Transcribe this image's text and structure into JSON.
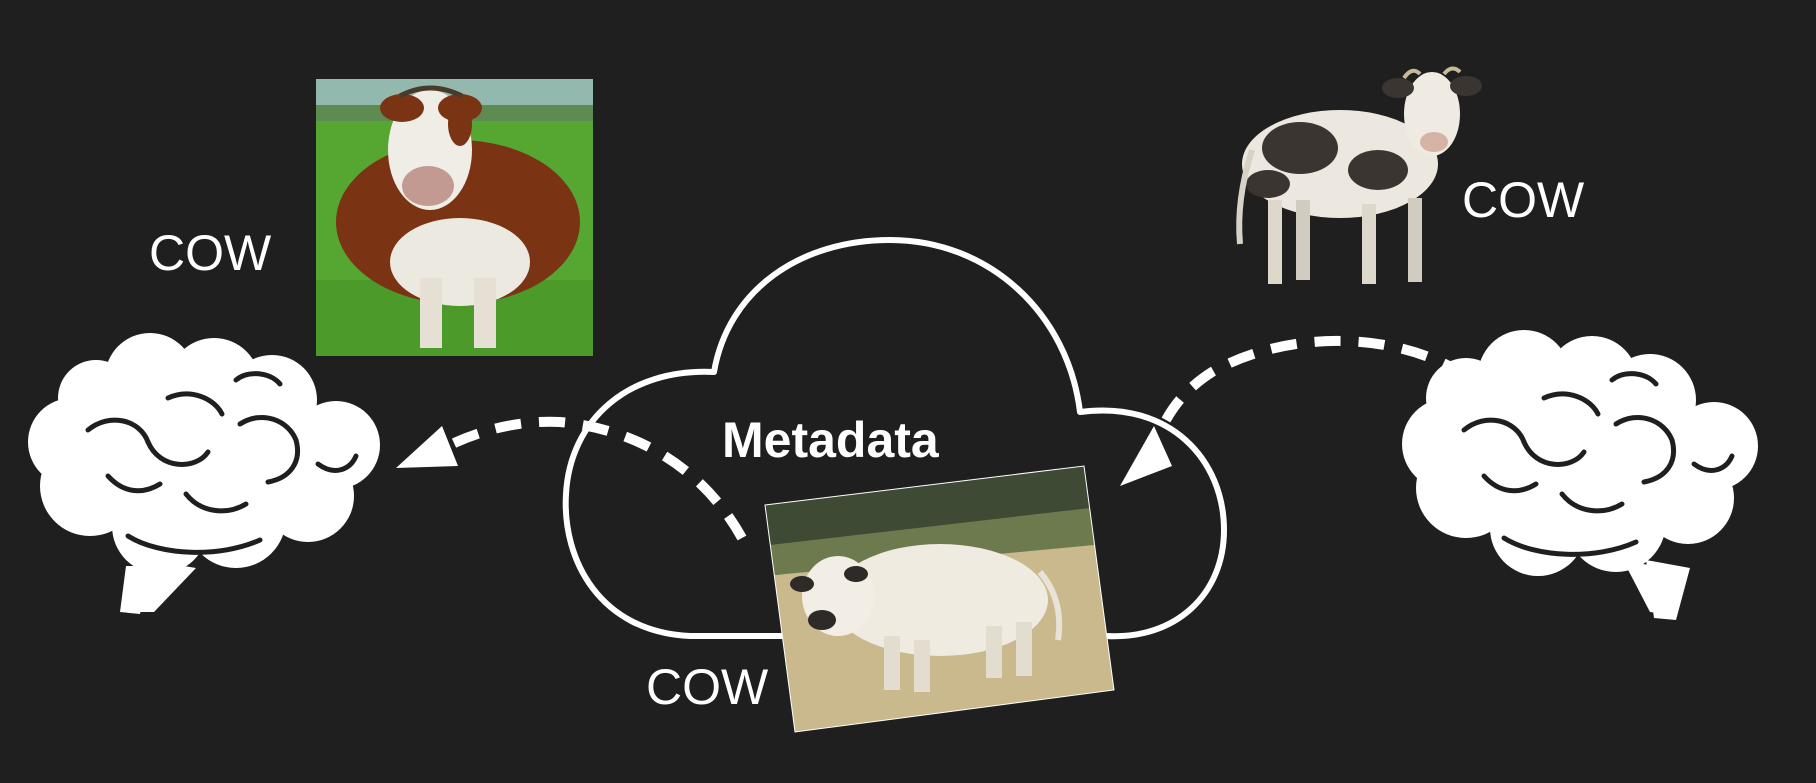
{
  "diagram": {
    "labels": {
      "cow_left": "COW",
      "cow_right": "COW",
      "cow_bottom": "COW",
      "metadata": "Metadata"
    },
    "nodes": [
      {
        "id": "brain-left",
        "kind": "brain-icon"
      },
      {
        "id": "brain-right",
        "kind": "brain-icon"
      },
      {
        "id": "cloud",
        "kind": "cloud-outline",
        "label": "Metadata"
      },
      {
        "id": "photo-brown-cow",
        "kind": "cow-photo"
      },
      {
        "id": "photo-spotted-cow",
        "kind": "cow-photo"
      },
      {
        "id": "photo-white-bull",
        "kind": "cow-photo"
      }
    ],
    "edges": [
      {
        "from": "brain-right",
        "to": "cloud",
        "style": "dashed-arrow"
      },
      {
        "from": "cloud",
        "to": "brain-left",
        "style": "dashed-arrow"
      }
    ],
    "colors": {
      "background": "#1f1f1f",
      "foreground": "#ffffff",
      "grass": "#4f9a2f",
      "cow_brown": "#7a3414",
      "cow_white": "#ece9e1",
      "dry_grass": "#c9b98c",
      "forest": "#3e4a33"
    }
  }
}
